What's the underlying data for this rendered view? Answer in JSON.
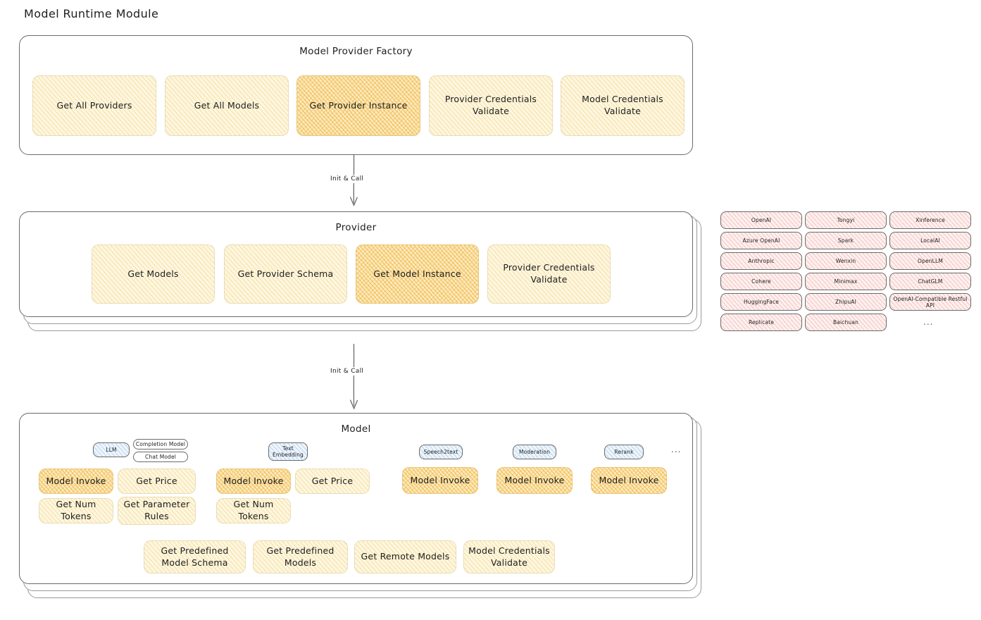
{
  "page": {
    "title": "Model Runtime Module"
  },
  "factory": {
    "title": "Model Provider Factory",
    "nodes": [
      {
        "label": "Get All Providers",
        "highlight": false
      },
      {
        "label": "Get All Models",
        "highlight": false
      },
      {
        "label": "Get Provider Instance",
        "highlight": true
      },
      {
        "label": "Provider Credentials Validate",
        "highlight": false
      },
      {
        "label": "Model Credentials Validate",
        "highlight": false
      }
    ]
  },
  "arrows": [
    {
      "label": "Init & Call"
    },
    {
      "label": "Init & Call"
    }
  ],
  "provider": {
    "title": "Provider",
    "nodes": [
      {
        "label": "Get Models",
        "highlight": false
      },
      {
        "label": "Get Provider Schema",
        "highlight": false
      },
      {
        "label": "Get Model Instance",
        "highlight": true
      },
      {
        "label": "Provider Credentials Validate",
        "highlight": false
      }
    ]
  },
  "vendors": {
    "columns": [
      [
        "OpenAI",
        "Azure OpenAI",
        "Anthropic",
        "Cohere",
        "HuggingFace",
        "Replicate"
      ],
      [
        "Tongyi",
        "Spark",
        "Wenxin",
        "Minimax",
        "ZhipuAI",
        "Baichuan"
      ],
      [
        "Xinference",
        "LocalAI",
        "OpenLLM",
        "ChatGLM",
        "OpenAI-Compatible Restful API"
      ]
    ],
    "more": "..."
  },
  "model": {
    "title": "Model",
    "more": "...",
    "types": [
      {
        "name": "LLM",
        "tags": [
          "Completion Model",
          "Chat Model"
        ],
        "methods": [
          {
            "label": "Model Invoke",
            "highlight": true
          },
          {
            "label": "Get Price",
            "highlight": false
          },
          {
            "label": "Get Num Tokens",
            "highlight": false
          },
          {
            "label": "Get Parameter Rules",
            "highlight": false
          }
        ]
      },
      {
        "name": "Text Embedding",
        "tags": [],
        "methods": [
          {
            "label": "Model Invoke",
            "highlight": true
          },
          {
            "label": "Get Price",
            "highlight": false
          },
          {
            "label": "Get Num Tokens",
            "highlight": false
          }
        ]
      },
      {
        "name": "Speech2text",
        "tags": [],
        "methods": [
          {
            "label": "Model Invoke",
            "highlight": true
          }
        ]
      },
      {
        "name": "Moderation",
        "tags": [],
        "methods": [
          {
            "label": "Model Invoke",
            "highlight": true
          }
        ]
      },
      {
        "name": "Rerank",
        "tags": [],
        "methods": [
          {
            "label": "Model Invoke",
            "highlight": true
          }
        ]
      }
    ],
    "shared": [
      "Get Predefined Model Schema",
      "Get Predefined Models",
      "Get Remote Models",
      "Model Credentials Validate"
    ]
  },
  "colors": {
    "highlight_orange": "#f0b432",
    "soft_yellow": "#fdf6e0",
    "vendor_pink": "#fdf0ef",
    "model_blue": "#eef5fb",
    "stroke": "#6b6b6b"
  }
}
